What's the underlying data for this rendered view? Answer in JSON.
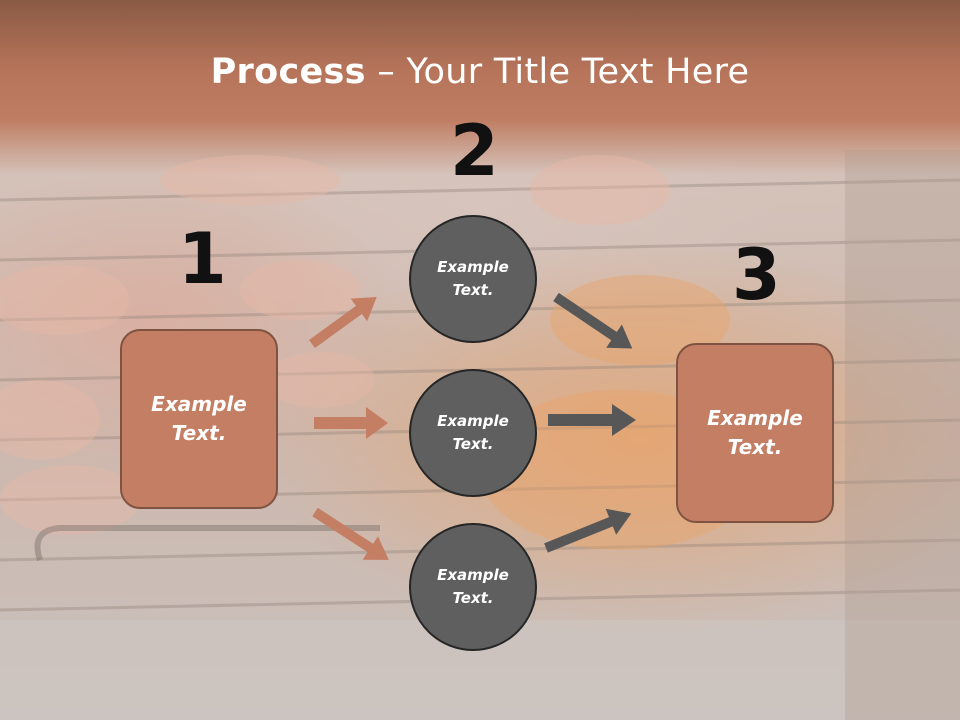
{
  "title": {
    "bold": "Process",
    "rest": " – Your Title Text Here"
  },
  "steps": {
    "one": "1",
    "two": "2",
    "three": "3"
  },
  "left_box": {
    "text": "Example\nText."
  },
  "right_box": {
    "text": "Example\nText."
  },
  "circles": [
    {
      "text": "Example\nText."
    },
    {
      "text": "Example\nText."
    },
    {
      "text": "Example\nText."
    }
  ],
  "colors": {
    "box_fill": "#c47e64",
    "circle_fill": "#5f5f5f",
    "arrow_left": "#c47e64",
    "arrow_right": "#575757"
  }
}
